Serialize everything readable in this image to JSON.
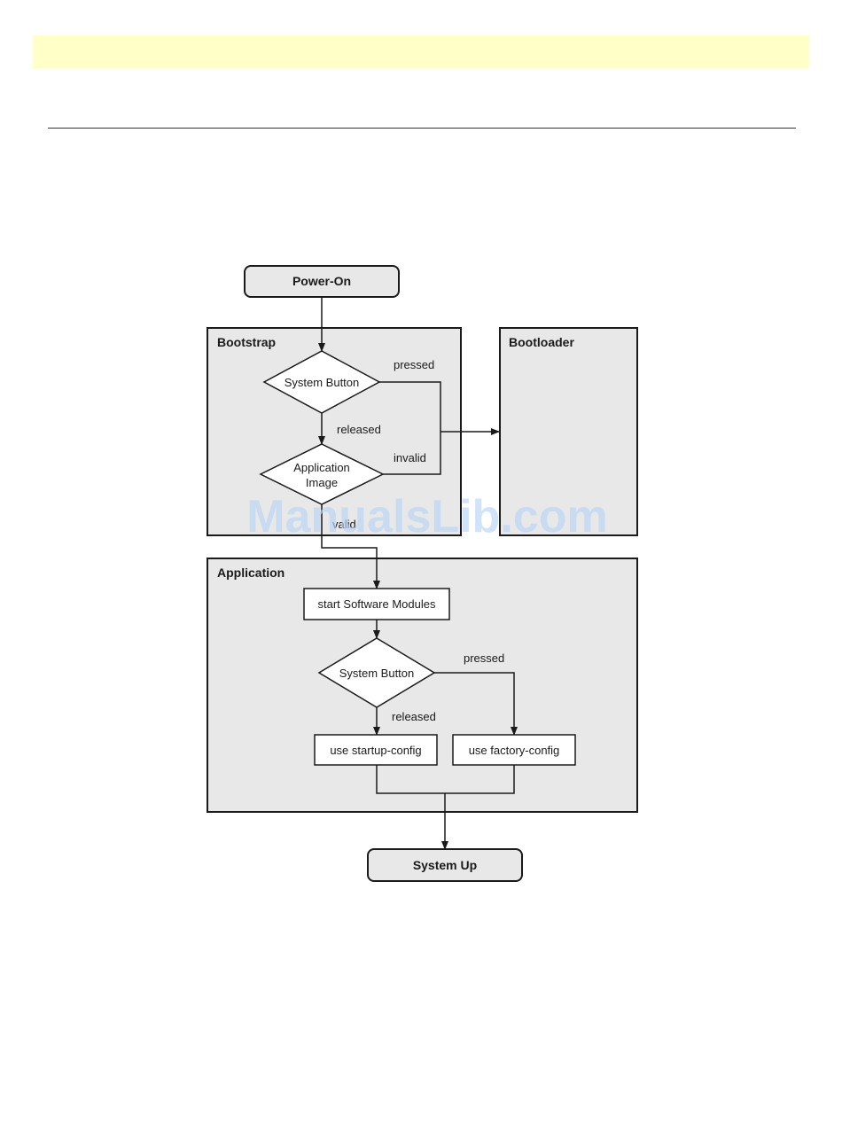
{
  "header": {
    "band_color": "#ffffc8"
  },
  "flowchart": {
    "start": "Power-On",
    "end": "System Up",
    "groups": {
      "bootstrap": "Bootstrap",
      "bootloader": "Bootloader",
      "application": "Application"
    },
    "nodes": {
      "system_button_1": "System Button",
      "application_image_line1": "Application",
      "application_image_line2": "Image",
      "start_modules": "start Software Modules",
      "system_button_2": "System Button",
      "startup_config": "use startup-config",
      "factory_config": "use factory-config"
    },
    "edges": {
      "pressed_1": "pressed",
      "released_1": "released",
      "invalid": "invalid",
      "valid": "valid",
      "pressed_2": "pressed",
      "released_2": "released"
    }
  },
  "watermark": "ManualsLib.com"
}
